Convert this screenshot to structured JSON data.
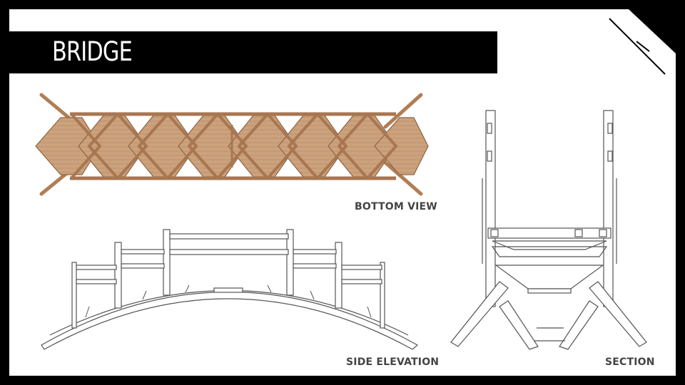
{
  "slide": {
    "title": "BRIDGE",
    "captions": {
      "bottom_view": "BOTTOM VIEW",
      "side_elevation": "SIDE ELEVATION",
      "section": "SECTION"
    }
  },
  "colors": {
    "background": "#000000",
    "sheet": "#ffffff",
    "title_bar": "#000000",
    "title_text": "#ffffff",
    "caption_text": "#444444",
    "wood_plank": "#c9a07a",
    "wood_beam": "#b07e55",
    "line_drawing": "#555555"
  }
}
